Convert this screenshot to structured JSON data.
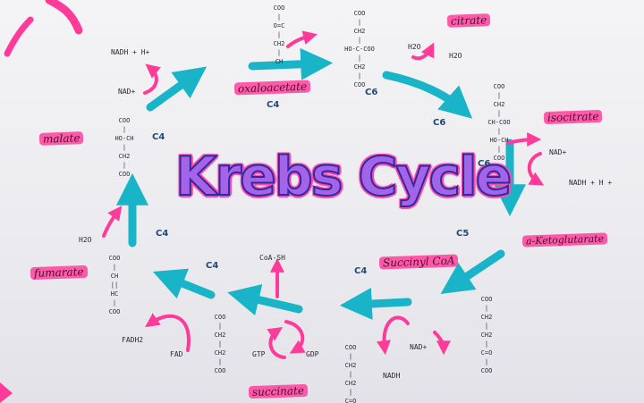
{
  "title": "Krebs Cycle",
  "colors": {
    "arrow_teal": "#19b4c8",
    "marker_pink": "#ff3b9a",
    "ink": "#262630",
    "title_fill": "#a464e8",
    "title_outline": "#2e2aa0"
  },
  "intermediates": {
    "oxaloacetate": "oxaloacetate",
    "citrate": "citrate",
    "isocitrate": "isocitrate",
    "alpha_ketoglutarate": "a-Ketoglutarate",
    "succinyl_coa": "Succinyl CoA",
    "succinate": "succinate",
    "fumarate": "fumarate",
    "malate": "malate"
  },
  "carbons": {
    "oxaloacetate": "C4",
    "citrate": "C6",
    "isocitrate_top": "C6",
    "isocitrate": "C6",
    "alpha_ketoglutarate": "C5",
    "succinyl_coa": "C4",
    "succinate": "C4",
    "fumarate": "C4",
    "malate": "C4"
  },
  "cofactors": {
    "nadh_h_top": "NADH + H+",
    "nad_top": "NAD+",
    "h2o_citrate_in": "H2O",
    "h2o_citrate_out": "H2O",
    "nad_right": "NAD+",
    "nadh_h_right": "NADH + H +",
    "nad_bottom": "NAD+",
    "nadh_bottom": "NADH",
    "coa_sh": "CoA-SH",
    "gtp": "GTP",
    "gdp": "GDP",
    "fad": "FAD",
    "fadh2": "FADH2",
    "h2o_left": "H2O"
  },
  "structures": {
    "oxaloacetate": "COO\n|\nO=C\n|\nCH2\n|\nCH",
    "citrate": "COO\n|\nCH2\n|\nHO-C-COO\n|\nCH2\n|\nCOO",
    "isocitrate": "COO\n|\nCH2\n|\nCH-COO\n|\nHO-CH\n|\nCOO",
    "alpha_ketoglutarate": "COO\n|\nCH2\n|\nCH2\n|\nC=O\n|\nCOO",
    "succinyl_coa": "COO\n|\nCH2\n|\nCH2\n|\nC=O",
    "succinate": "COO\n|\nCH2\n|\nCH2\n|\nCOO",
    "fumarate": "COO\n|\nCH\n||\nHC\n|\nCOO",
    "malate": "COO\n|\nHO-CH\n|\nCH2\n|\nCOO"
  }
}
